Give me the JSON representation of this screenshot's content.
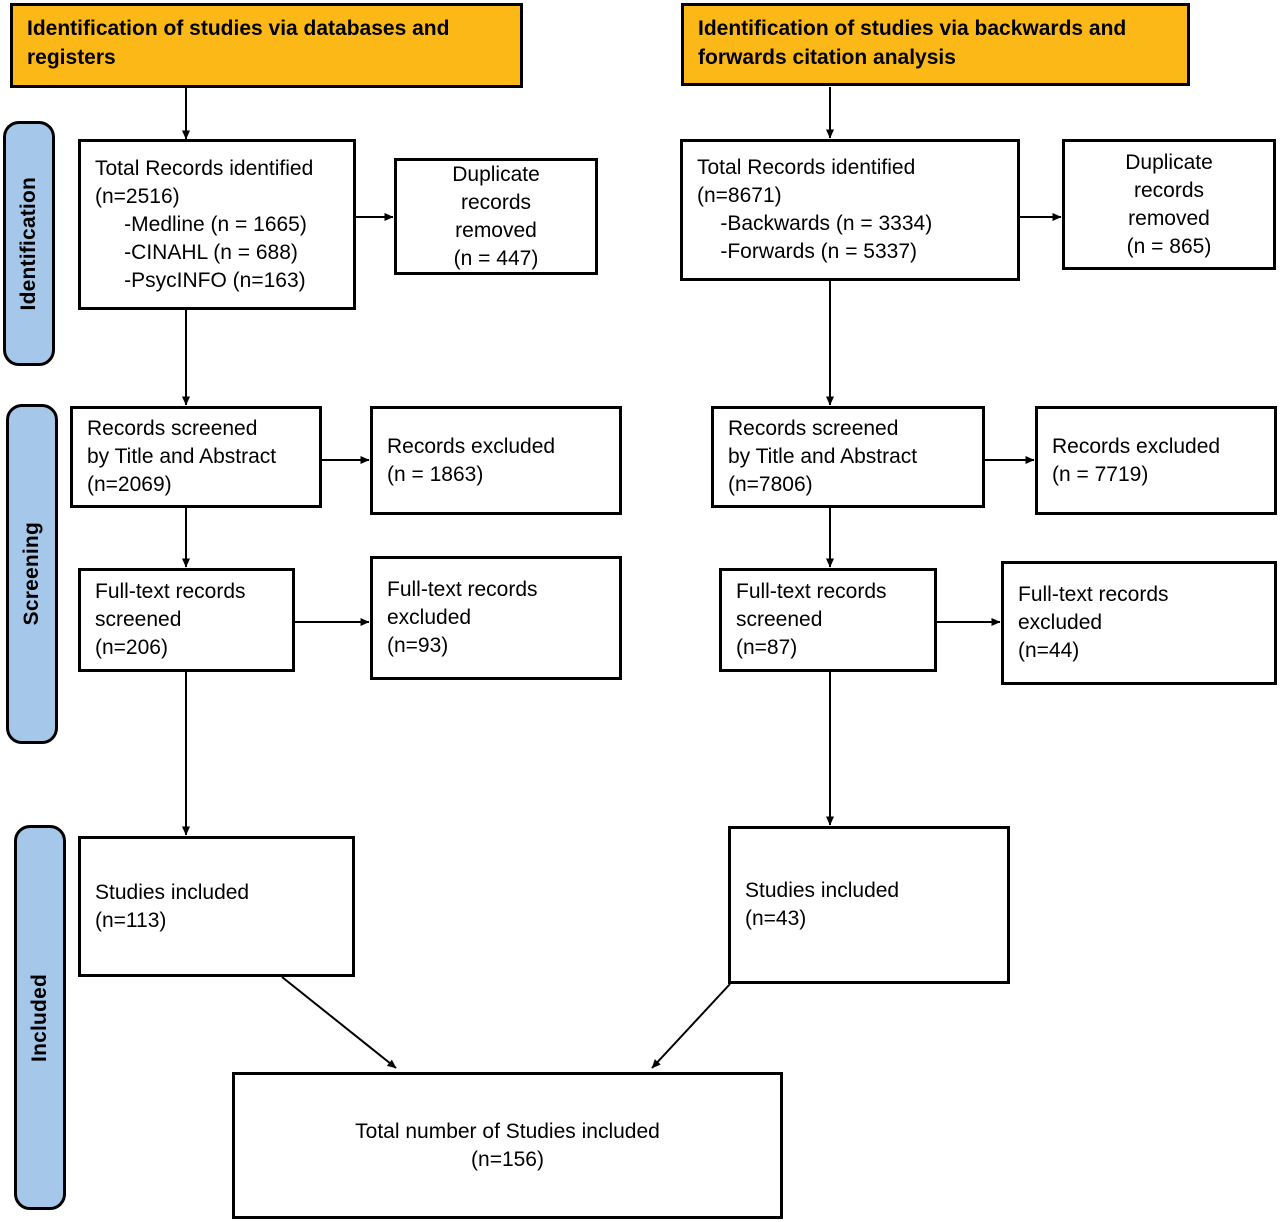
{
  "diagram": {
    "title": "PRISMA flow diagram",
    "colors": {
      "header_orange": "#FBB817",
      "stage_blue": "#A4C7EA",
      "border": "#000000",
      "box_fill": "#FFFFFF"
    }
  },
  "stage_labels": {
    "identification": "Identification",
    "screening": "Screening",
    "included": "Included"
  },
  "headers": {
    "left": {
      "line1": "Identification of studies via databases and",
      "line2": "registers"
    },
    "right": {
      "line1": "Identification of studies via backwards and",
      "line2": "forwards citation analysis"
    }
  },
  "left_branch": {
    "records_identified": {
      "line1": "Total Records identified",
      "line2": "(n=2516)",
      "line3": "     -Medline (n = 1665)",
      "line4": "     -CINAHL (n = 688)",
      "line5": "     -PsycINFO (n=163)"
    },
    "duplicates_removed": {
      "line1": "Duplicate",
      "line2": "records",
      "line3": "removed",
      "line4": "(n = 447)"
    },
    "records_screened": {
      "line1": "Records screened",
      "line2": "by Title and Abstract",
      "line3": "(n=2069)"
    },
    "records_excluded": {
      "line1": "Records excluded",
      "line2": "(n = 1863)"
    },
    "fulltext_screened": {
      "line1": "Full-text records",
      "line2": "screened",
      "line3": "(n=206)"
    },
    "fulltext_excluded": {
      "line1": "Full-text records",
      "line2": "excluded",
      "line3": "(n=93)"
    },
    "studies_included": {
      "line1": "Studies included",
      "line2": "(n=113)"
    }
  },
  "right_branch": {
    "records_identified": {
      "line1": "Total Records identified",
      "line2": "(n=8671)",
      "line3": "    -Backwards (n = 3334)",
      "line4": "    -Forwards (n = 5337)"
    },
    "duplicates_removed": {
      "line1": "Duplicate",
      "line2": "records",
      "line3": "removed",
      "line4": "(n = 865)"
    },
    "records_screened": {
      "line1": "Records screened",
      "line2": "by Title and Abstract",
      "line3": "(n=7806)"
    },
    "records_excluded": {
      "line1": "Records excluded",
      "line2": "(n = 7719)"
    },
    "fulltext_screened": {
      "line1": "Full-text records",
      "line2": "screened",
      "line3": "(n=87)"
    },
    "fulltext_excluded": {
      "line1": "Full-text records",
      "line2": "excluded",
      "line3": "(n=44)"
    },
    "studies_included": {
      "line1": "Studies included",
      "line2": "(n=43)"
    }
  },
  "total": {
    "line1": "Total number of Studies included",
    "line2": "(n=156)"
  }
}
